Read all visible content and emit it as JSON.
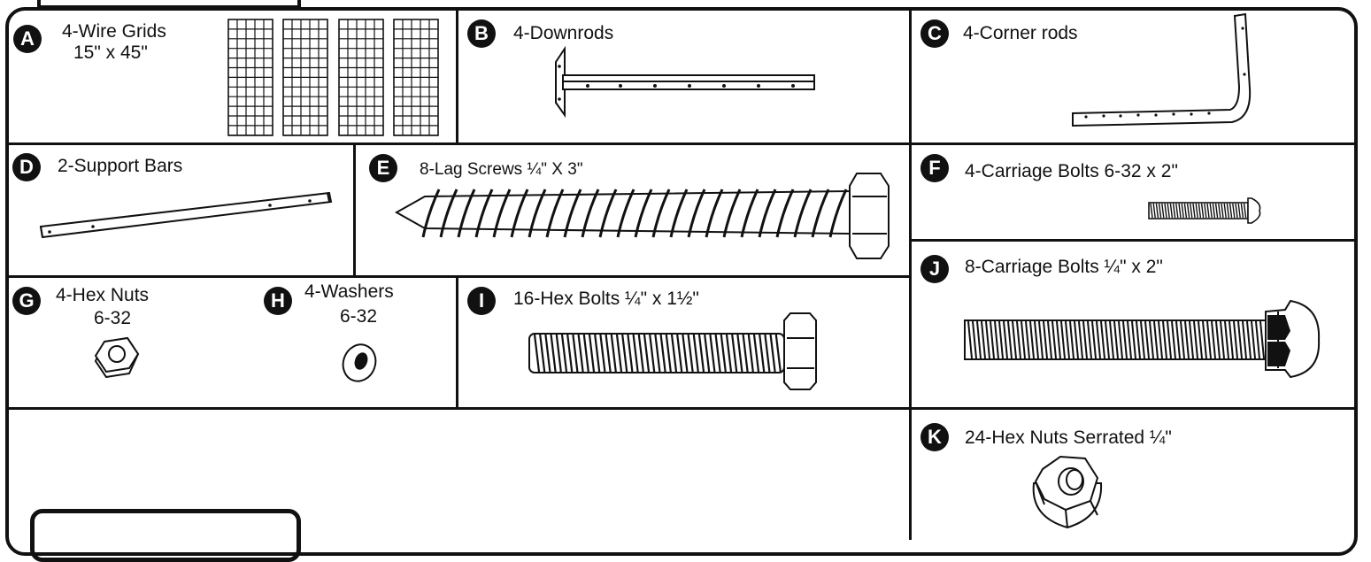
{
  "parts": {
    "A": {
      "letter": "A",
      "qty_name": "4-Wire Grids",
      "size": "15\" x 45\""
    },
    "B": {
      "letter": "B",
      "qty_name": "4-Downrods"
    },
    "C": {
      "letter": "C",
      "qty_name": "4-Corner rods"
    },
    "D": {
      "letter": "D",
      "qty_name": "2-Support Bars"
    },
    "E": {
      "letter": "E",
      "qty_name": "8-Lag Screws ¼\" X 3\""
    },
    "F": {
      "letter": "F",
      "qty_name": "4-Carriage Bolts 6-32 x 2\""
    },
    "G": {
      "letter": "G",
      "qty_name": "4-Hex Nuts",
      "size": "6-32"
    },
    "H": {
      "letter": "H",
      "qty_name": "4-Washers",
      "size": "6-32"
    },
    "I": {
      "letter": "I",
      "qty_name": "16-Hex Bolts ¼\" x 1½\""
    },
    "J": {
      "letter": "J",
      "qty_name": "8-Carriage Bolts ¼\" x 2\""
    },
    "K": {
      "letter": "K",
      "qty_name": "24-Hex Nuts Serrated ¼\""
    }
  },
  "icons": {
    "A": "wire-grid-icon",
    "B": "downrod-icon",
    "C": "corner-rod-icon",
    "D": "support-bar-icon",
    "E": "lag-screw-icon",
    "F": "carriage-bolt-icon",
    "G": "hex-nut-icon",
    "H": "washer-icon",
    "I": "hex-bolt-icon",
    "J": "carriage-bolt-icon",
    "K": "serrated-hex-nut-icon"
  }
}
